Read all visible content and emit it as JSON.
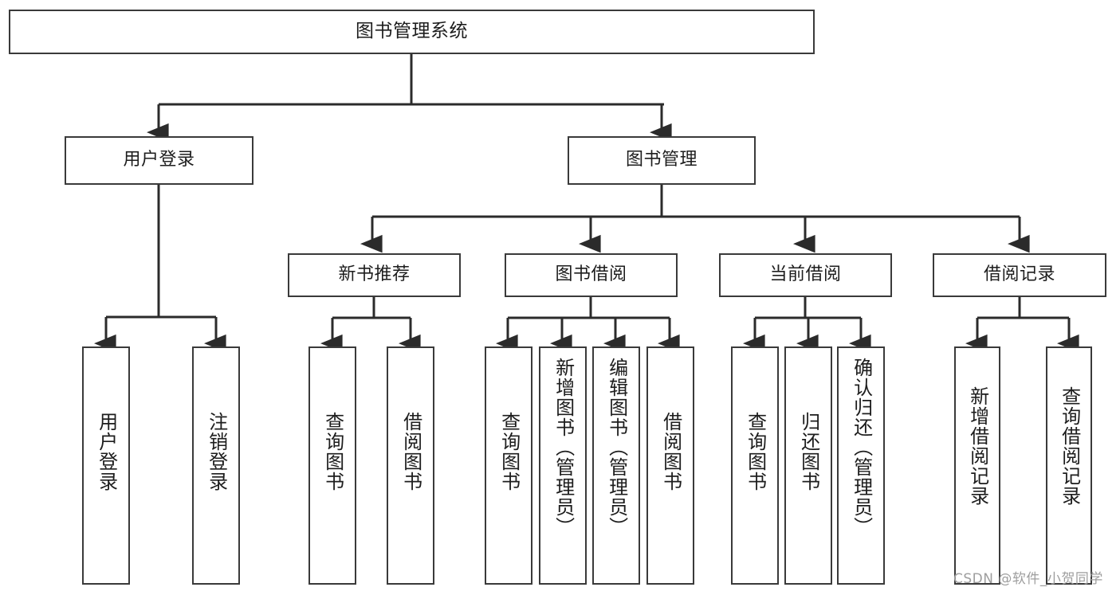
{
  "diagram": {
    "title": "图书管理系统",
    "type": "hierarchy-tree",
    "watermark": "CSDN @软件_小贺同学",
    "colors": {
      "box_border": "#3a3a3a",
      "box_fill": "#ffffff",
      "edge": "#2b2b2b",
      "text": "#1d1d1d",
      "watermark": "#9e9e9e",
      "background": "#ffffff"
    },
    "levels": {
      "root": {
        "label": "图书管理系统"
      },
      "level2": [
        {
          "label": "用户登录"
        },
        {
          "label": "图书管理"
        }
      ],
      "level3": [
        {
          "label": "新书推荐"
        },
        {
          "label": "图书借阅"
        },
        {
          "label": "当前借阅"
        },
        {
          "label": "借阅记录"
        }
      ],
      "leaves": [
        {
          "label": "用户登录",
          "parent": "用户登录"
        },
        {
          "label": "注销登录",
          "parent": "用户登录"
        },
        {
          "label": "查询图书",
          "parent": "新书推荐"
        },
        {
          "label": "借阅图书",
          "parent": "新书推荐"
        },
        {
          "label": "查询图书",
          "parent": "图书借阅"
        },
        {
          "label": "新增图书（管理员）",
          "parent": "图书借阅"
        },
        {
          "label": "编辑图书（管理员）",
          "parent": "图书借阅"
        },
        {
          "label": "借阅图书",
          "parent": "图书借阅"
        },
        {
          "label": "查询图书",
          "parent": "当前借阅"
        },
        {
          "label": "归还图书",
          "parent": "当前借阅"
        },
        {
          "label": "确认归还（管理员）",
          "parent": "当前借阅"
        },
        {
          "label": "新增借阅记录",
          "parent": "借阅记录"
        },
        {
          "label": "查询借阅记录",
          "parent": "借阅记录"
        }
      ]
    }
  }
}
